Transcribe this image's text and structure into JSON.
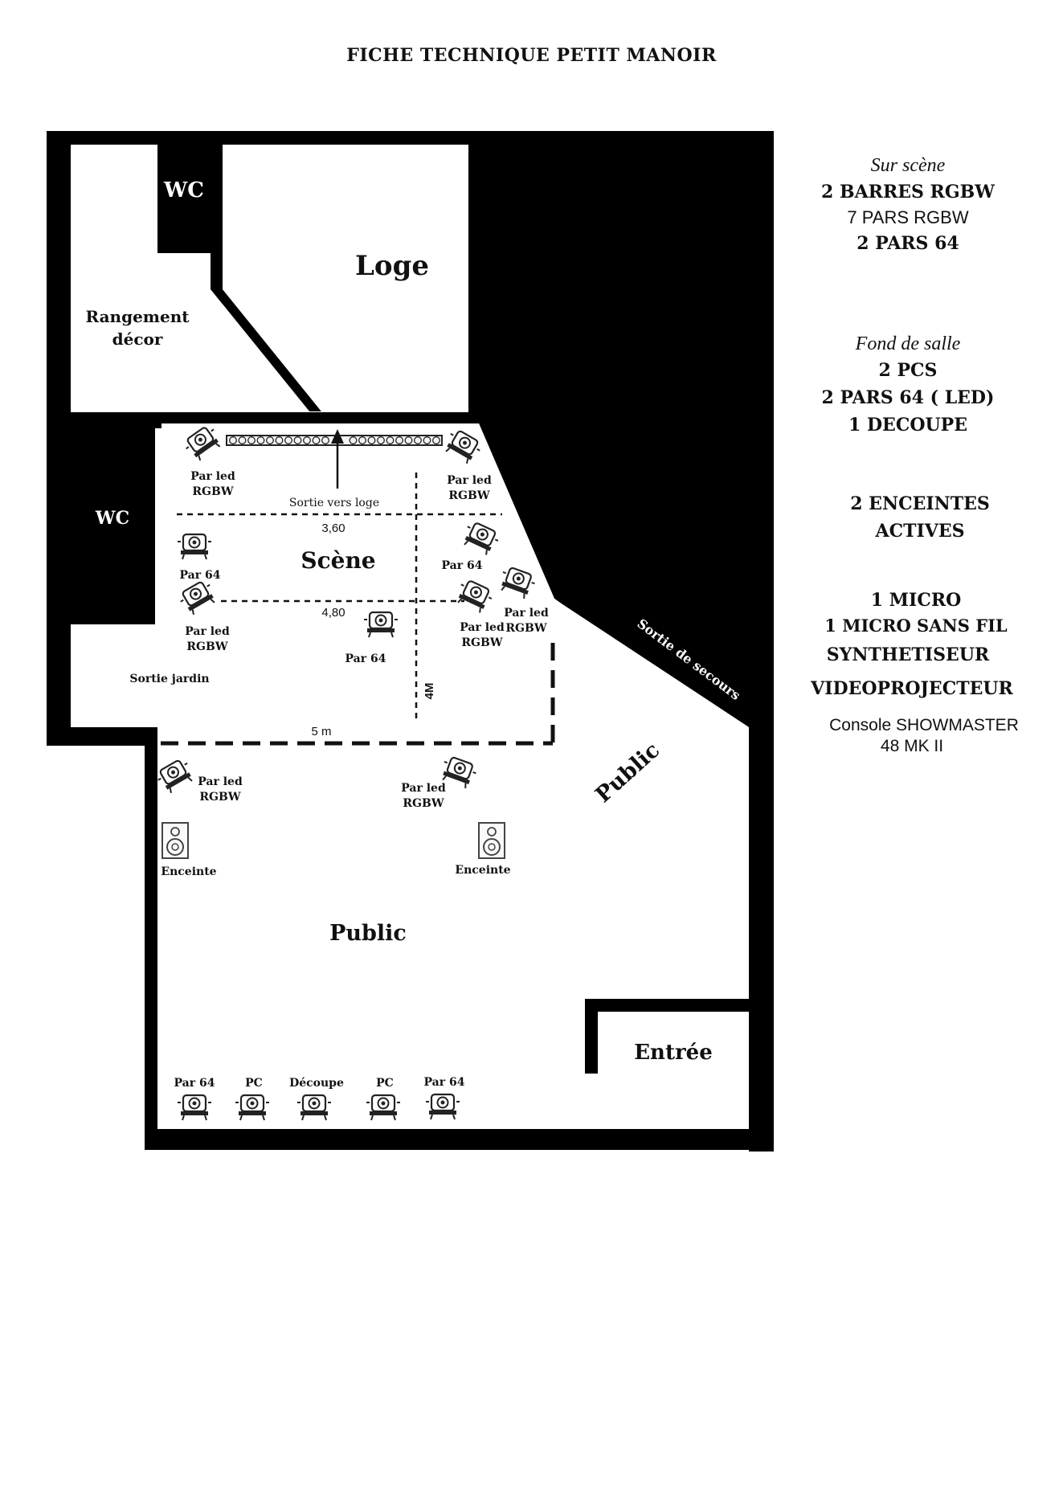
{
  "title": "FICHE TECHNIQUE PETIT MANOIR",
  "rooms": {
    "wc_top": "WC",
    "wc_left": "WC",
    "loge": "Loge",
    "rangement_line1": "Rangement",
    "rangement_line2": "décor",
    "scene": "Scène",
    "public_main": "Public",
    "public_side": "Public",
    "entree": "Entrée"
  },
  "exits": {
    "loge": "Sortie vers loge",
    "jardin": "Sortie jardin",
    "secours": "Sortie de secours"
  },
  "dimensions": {
    "top_width": "3,60",
    "mid_width": "4,80",
    "depth": "4M",
    "stage_width": "5 m"
  },
  "fixtures": {
    "par_led": "Par led",
    "rgbw": "RGBW",
    "par_64": "Par 64",
    "pc": "PC",
    "decoupe": "Découpe",
    "enceinte": "Enceinte"
  },
  "specs": {
    "sur_scene": {
      "heading": "Sur scène",
      "items": [
        "2 BARRES RGBW",
        "7 PARS RGBW",
        "2 PARS 64"
      ]
    },
    "fond_de_salle": {
      "heading": "Fond de salle",
      "items": [
        "2 PCS",
        "2 PARS 64 ( LED)",
        "1 DECOUPE"
      ]
    },
    "enceintes": {
      "items": [
        "2 ENCEINTES",
        "ACTIVES"
      ]
    },
    "misc": {
      "items": [
        "1 MICRO",
        "1 MICRO SANS FIL",
        "SYNTHETISEUR",
        "VIDEOPROJECTEUR"
      ]
    },
    "console": {
      "items": [
        "Console SHOWMASTER",
        "48 MK II"
      ]
    }
  },
  "colors": {
    "wall": "#000000",
    "floor": "#ffffff",
    "text": "#111111"
  },
  "icons": {
    "projector": "stage-light-icon",
    "speaker": "speaker-icon",
    "light_bar": "led-bar-icon",
    "arrow": "arrow-up-icon"
  }
}
